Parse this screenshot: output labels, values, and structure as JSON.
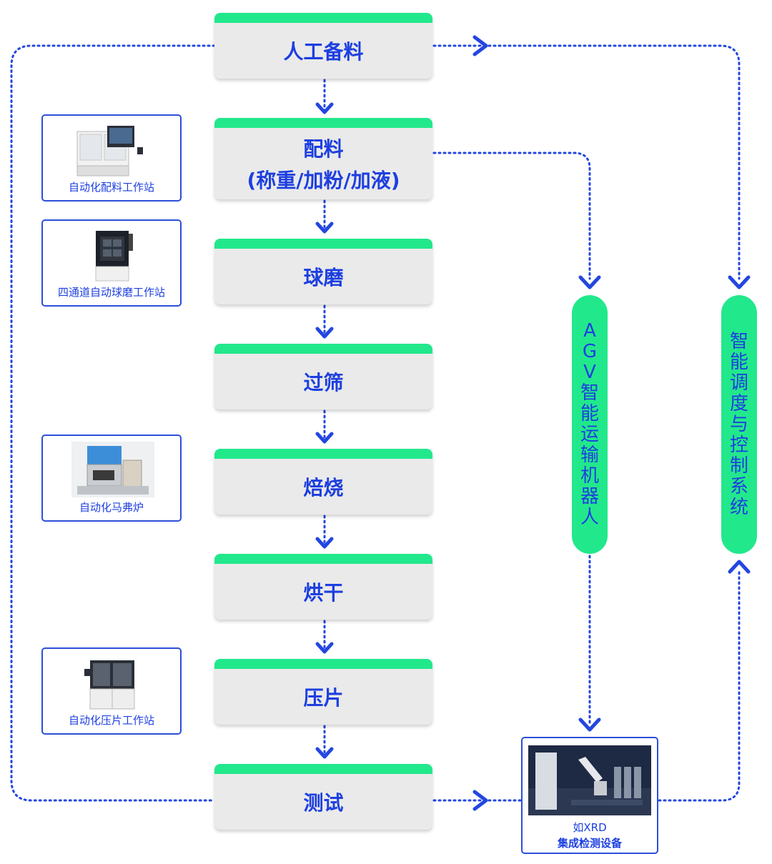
{
  "steps": [
    {
      "label": "人工备料"
    },
    {
      "label": "配料",
      "sub": "(称重/加粉/加液)"
    },
    {
      "label": "球磨"
    },
    {
      "label": "过筛"
    },
    {
      "label": "焙烧"
    },
    {
      "label": "烘干"
    },
    {
      "label": "压片"
    },
    {
      "label": "测试"
    }
  ],
  "stations": [
    {
      "label": "自动化配料工作站"
    },
    {
      "label": "四通道自动球磨工作站"
    },
    {
      "label": "自动化马弗炉"
    },
    {
      "label": "自动化压片工作站"
    }
  ],
  "agv": {
    "chars": [
      "A",
      "G",
      "V",
      "智",
      "能",
      "运",
      "输",
      "机",
      "器",
      "人"
    ]
  },
  "control": {
    "chars": [
      "智",
      "能",
      "调",
      "度",
      "与",
      "控",
      "制",
      "系",
      "统"
    ]
  },
  "device": {
    "line1": "如XRD",
    "line2": "集成检测设备"
  },
  "colors": {
    "accent": "#22e88c",
    "brand_blue": "#1d3fe0",
    "line_blue": "#2346e0",
    "box_gray": "#eaeaea"
  }
}
